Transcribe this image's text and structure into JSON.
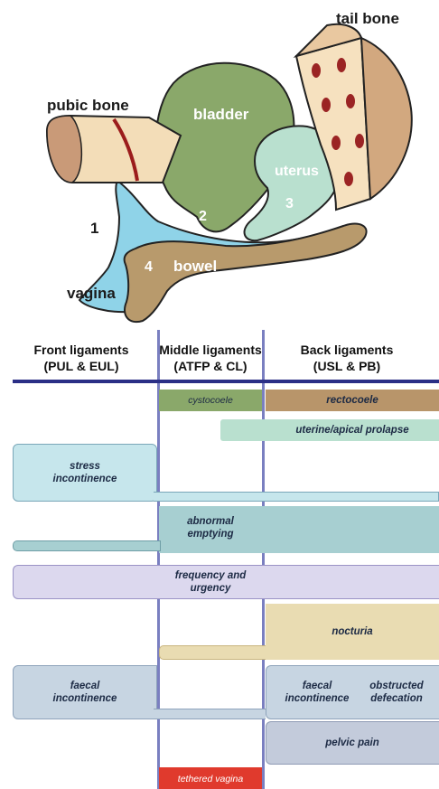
{
  "anatomy": {
    "pubic_bone": "pubic bone",
    "tail_bone": "tail bone",
    "bladder": "bladder",
    "uterus": "uterus",
    "vagina": "vagina",
    "bowel": "bowel",
    "n1": "1",
    "n2": "2",
    "n3": "3",
    "n4": "4"
  },
  "columns": {
    "front": {
      "title": "Front ligaments",
      "sub": "(PUL & EUL)"
    },
    "middle": {
      "title": "Middle ligaments",
      "sub": "(ATFP & CL)"
    },
    "back": {
      "title": "Back ligaments",
      "sub": "(USL & PB)"
    }
  },
  "bars": {
    "cystocoele": "cystocoele",
    "rectocoele": "rectocoele",
    "uterine_apical_prolapse": "uterine/apical prolapse",
    "stress_incontinence_1": "stress",
    "stress_incontinence_2": "incontinence",
    "abnormal_emptying_1": "abnormal",
    "abnormal_emptying_2": "emptying",
    "frequency_urgency_1": "frequency and",
    "frequency_urgency_2": "urgency",
    "nocturia": "nocturia",
    "faecal_front_1": "faecal",
    "faecal_front_2": "incontinence",
    "faecal_back_1": "faecal",
    "faecal_back_2": "incontinence",
    "obstructed_1": "obstructed",
    "obstructed_2": "defecation",
    "pelvic_pain": "pelvic pain",
    "tethered_vagina": "tethered vagina"
  },
  "colors": {
    "divider": "#2b2f86",
    "column_line": "#7a7fc0",
    "cystocoele": "#8aa86a",
    "rectocoele": "#b8956a",
    "uterine": "#b9e0cf",
    "stress": "#c6e6ec",
    "emptying": "#a7cfd1",
    "frequency": "#dcd8ee",
    "nocturia": "#e9dcb2",
    "faecal": "#c7d5e2",
    "pelvic_pain": "#c3cbdb",
    "tethered": "#e03a2d"
  }
}
